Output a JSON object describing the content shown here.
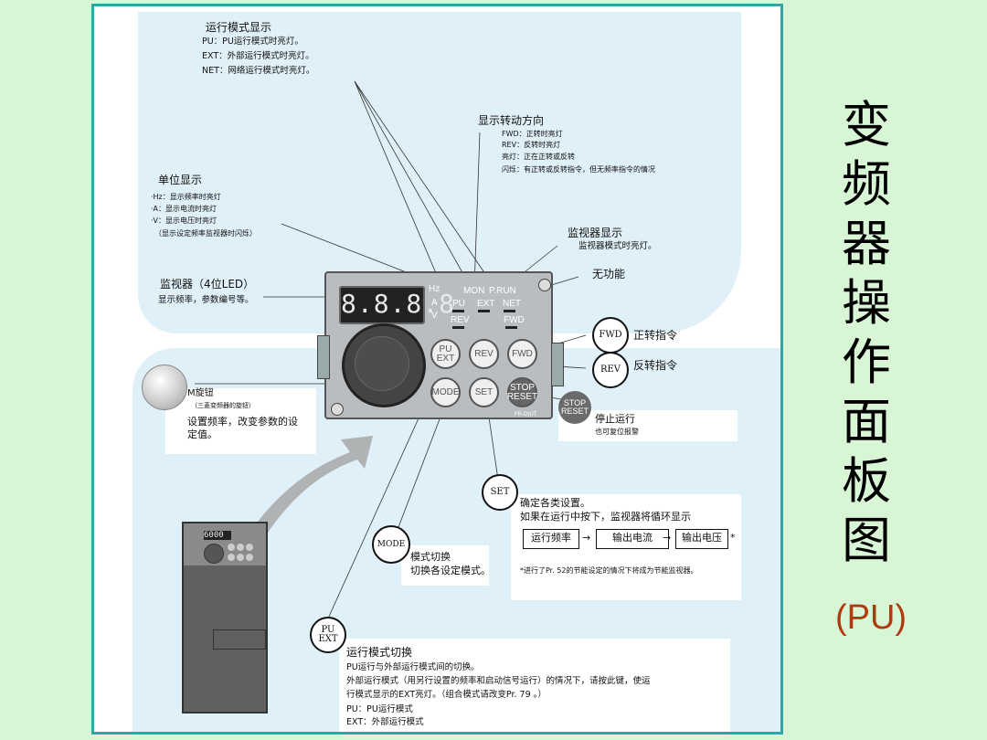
{
  "title": {
    "vertical": "变频器操作面板图",
    "suffix": "(PU)",
    "suffix_color": "#b03a10"
  },
  "run_mode_display": {
    "heading": "运行模式显示",
    "lines": [
      "PU：PU运行模式时亮灯。",
      "EXT：外部运行模式时亮灯。",
      "NET：网络运行模式时亮灯。"
    ]
  },
  "rotation_display": {
    "heading": "显示转动方向",
    "lines": [
      "FWD：正转时亮灯",
      "REV：反转时亮灯",
      "亮灯：正在正转或反转",
      "闪烁：有正转或反转指令，但无频率指令的情况"
    ]
  },
  "unit_display": {
    "heading": "单位显示",
    "lines": [
      "·Hz：显示频率时亮灯",
      "·A：显示电流时亮灯",
      "·V：显示电压时亮灯",
      "（显示设定频率监视器时闪烁）"
    ]
  },
  "monitor_display": {
    "heading": "监视器显示",
    "line": "监视器模式时亮灯。"
  },
  "no_function": "无功能",
  "monitor_led": {
    "heading": "监视器（4位LED）",
    "line": "显示频率，参数编号等。"
  },
  "panel": {
    "display": "8.8.8.8",
    "hz": "Hz",
    "a": "A",
    "v": "V",
    "mon": "MON",
    "prun": "P.RUN",
    "pu": "PU",
    "ext": "EXT",
    "net": "NET",
    "rev": "REV",
    "fwd": "FWD",
    "model": "FR-D)UT",
    "buttons": {
      "pu_ext_1": "PU",
      "pu_ext_2": "EXT",
      "rev": "REV",
      "fwd": "FWD",
      "mode": "MODE",
      "set": "SET",
      "stop_1": "STOP",
      "stop_2": "RESET"
    }
  },
  "fwd_cmd": {
    "icon": "FWD",
    "label": "正转指令"
  },
  "rev_cmd": {
    "icon": "REV",
    "label": "反转指令"
  },
  "stop": {
    "icon_1": "STOP",
    "icon_2": "RESET",
    "line1": "停止运行",
    "line2": "也可复位报警"
  },
  "m_knob": {
    "heading": "M旋钮",
    "sub": "（三菱变频器的旋钮）",
    "line1": "设置频率，改变参数的设",
    "line2": "定值。"
  },
  "set_key": {
    "icon": "SET",
    "line1": "确定各类设置。",
    "line2": "如果在运行中按下，监视器将循环显示",
    "flow": [
      "运行频率",
      "输出电流",
      "输出电压"
    ],
    "arrow": "→",
    "star": "*",
    "note": "*进行了Pr. 52的节能设定的情况下将成为节能监视器。"
  },
  "mode_key": {
    "icon": "MODE",
    "heading": "模式切换",
    "line": "切换各设定模式。"
  },
  "pu_ext_key": {
    "icon_1": "PU",
    "icon_2": "EXT",
    "heading": "运行模式切换",
    "lines": [
      "PU运行与外部运行模式间的切换。",
      "外部运行模式（用另行设置的频率和启动信号运行）的情况下，请按此键，使运",
      "行模式显示的EXT亮灯。（组合模式请改变Pr. 79 。）",
      "PU：PU运行模式",
      "EXT：外部运行模式"
    ]
  },
  "inverter": {
    "screen": "6000"
  }
}
